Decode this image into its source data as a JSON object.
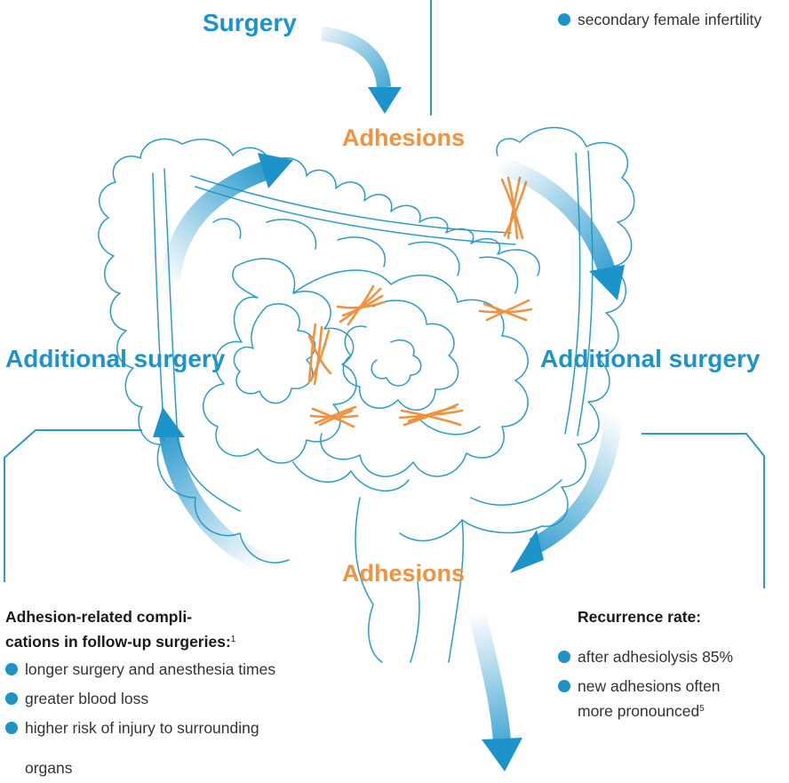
{
  "top_right": {
    "bullet": "secondary female infertility"
  },
  "labels": {
    "surgery": "Surgery",
    "adhesions_top": "Adhesions",
    "adhesions_bottom": "Adhesions",
    "additional_surgery_left": "Additional surgery",
    "additional_surgery_right": "Additional surgery"
  },
  "left_panel": {
    "heading_line1": "Adhesion-related compli-",
    "heading_line2": "cations in follow-up surgeries:",
    "heading_ref": "1",
    "items": [
      "longer surgery and anesthesia times",
      "greater blood loss",
      "higher risk of injury to surrounding",
      "organs"
    ]
  },
  "right_panel": {
    "heading": "Recurrence rate:",
    "items": [
      "after adhesiolysis 85%",
      "new adhesions often",
      "more pronounced",
      "5"
    ]
  },
  "colors": {
    "arrow_blue": "#1c93c9",
    "adhesion_orange": "#f0923e",
    "outline": "#2a9cc8"
  },
  "icons": {
    "bullet": "circle-bullet-icon",
    "arrow": "curved-arrow-icon",
    "intestine": "intestine-illustration-icon"
  }
}
